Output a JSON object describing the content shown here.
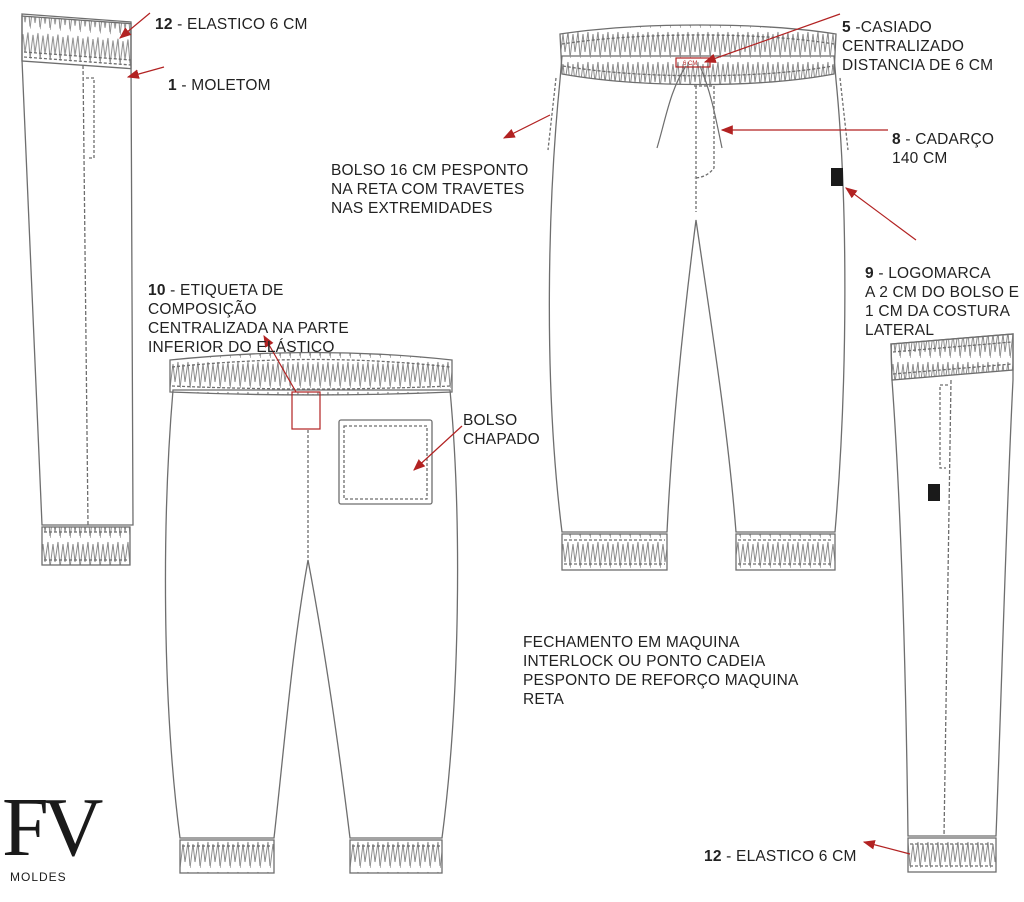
{
  "colors": {
    "line": "#6e6e6e",
    "stitch": "#8a8a8a",
    "arrow": "#b22222",
    "logo_block": "#1a1a1a",
    "ink": "#222222"
  },
  "labels": {
    "elastic_top": {
      "num": "12",
      "text": " - ELASTICO 6 CM"
    },
    "moletom": {
      "num": "1",
      "text": " - MOLETOM"
    },
    "casiado": {
      "num": "5",
      "text": " -CASIADO\nCENTRALIZADO\nDISTANCIA DE 6 CM"
    },
    "cadarco": {
      "num": "8",
      "text": " - CADARÇO\n140 CM"
    },
    "bolso_front": {
      "text": "BOLSO 16 CM PESPONTO\nNA RETA COM TRAVETES\nNAS EXTREMIDADES"
    },
    "logomarca": {
      "num": "9",
      "text": " - LOGOMARCA\nA 2 CM DO BOLSO E\n1 CM DA COSTURA\nLATERAL"
    },
    "etiqueta": {
      "num": "10",
      "text": " - ETIQUETA DE\nCOMPOSIÇÃO\nCENTRALIZADA NA PARTE\nINFERIOR DO ELÁSTICO"
    },
    "bolso_chapado": {
      "text": "BOLSO\nCHAPADO"
    },
    "fechamento": {
      "text": "FECHAMENTO EM MAQUINA\nINTERLOCK OU PONTO CADEIA\nPESPONTO DE REFORÇO MAQUINA\nRETA"
    },
    "elastic_bottom": {
      "num": "12",
      "text": " - ELASTICO 6 CM"
    },
    "waist_mark": "6 CM"
  },
  "brand": {
    "letters": "FV",
    "sub": "MOLDES"
  }
}
